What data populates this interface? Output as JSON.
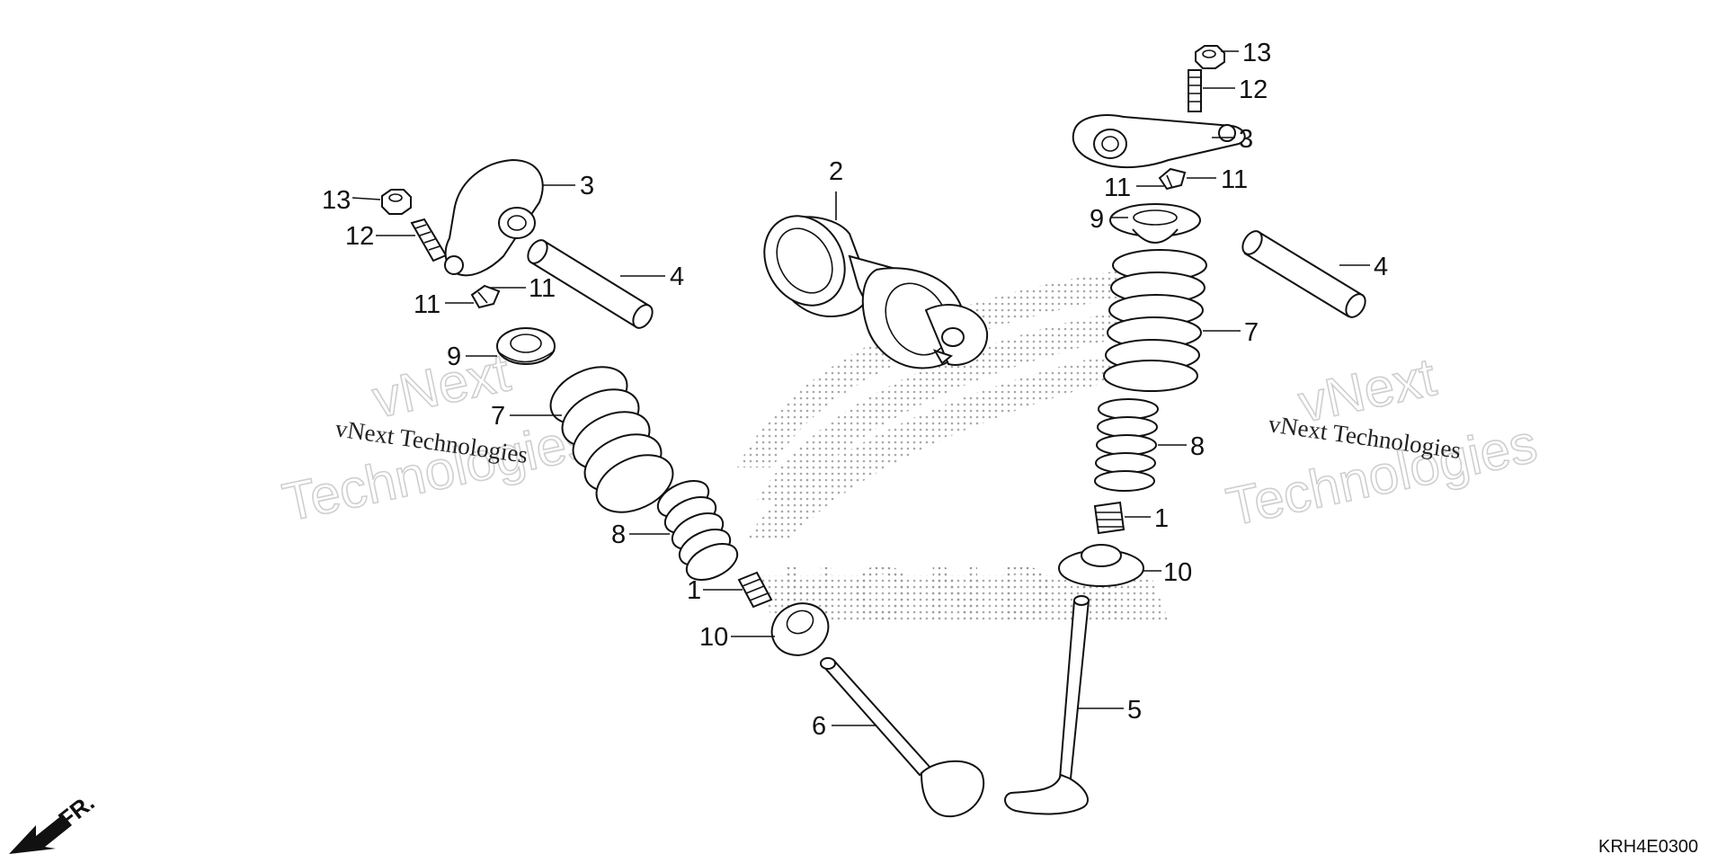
{
  "diagram": {
    "diagram_code": "KRH4E0300",
    "front_label": "FR.",
    "watermark": {
      "small": "vNext Technologies",
      "big_line1": "vNext",
      "big_line2": "Technologies"
    },
    "background_logo": "HONDA",
    "callouts": {
      "left_13": "13",
      "left_12": "12",
      "left_3": "3",
      "left_4": "4",
      "left_11a": "11",
      "left_11b": "11",
      "left_9": "9",
      "left_7": "7",
      "left_8": "8",
      "left_1": "1",
      "left_10": "10",
      "left_6": "6",
      "center_2": "2",
      "right_13": "13",
      "right_12": "12",
      "right_3": "3",
      "right_11a": "11",
      "right_11b": "11",
      "right_9": "9",
      "right_4": "4",
      "right_7": "7",
      "right_8": "8",
      "right_1": "1",
      "right_10": "10",
      "right_5": "5"
    }
  }
}
